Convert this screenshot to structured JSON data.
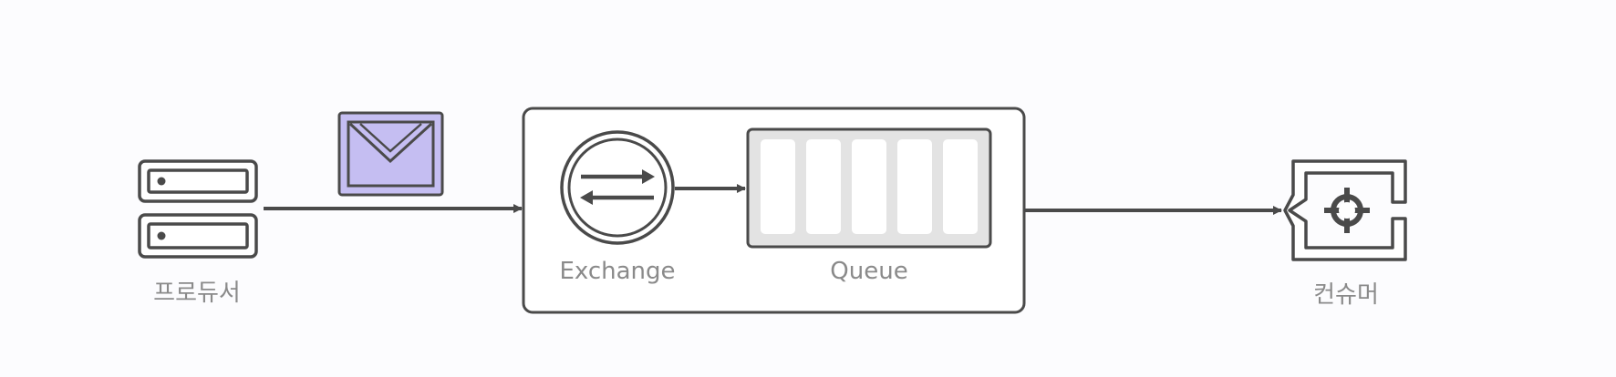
{
  "diagram": {
    "producer_label": "프로듀서",
    "exchange_label": "Exchange",
    "queue_label": "Queue",
    "consumer_label": "컨슈머",
    "queue_slot_count": 5
  },
  "colors": {
    "background": "#fcfcfe",
    "stroke": "#4a4a4a",
    "label": "#8a8a8a",
    "message_fill": "#c5bef2",
    "queue_fill": "#e3e3e3",
    "slot_fill": "#ffffff"
  },
  "icons": {
    "producer": "server-icon",
    "message": "envelope-icon",
    "exchange": "swap-arrows-icon",
    "consumer": "consumer-icon"
  }
}
